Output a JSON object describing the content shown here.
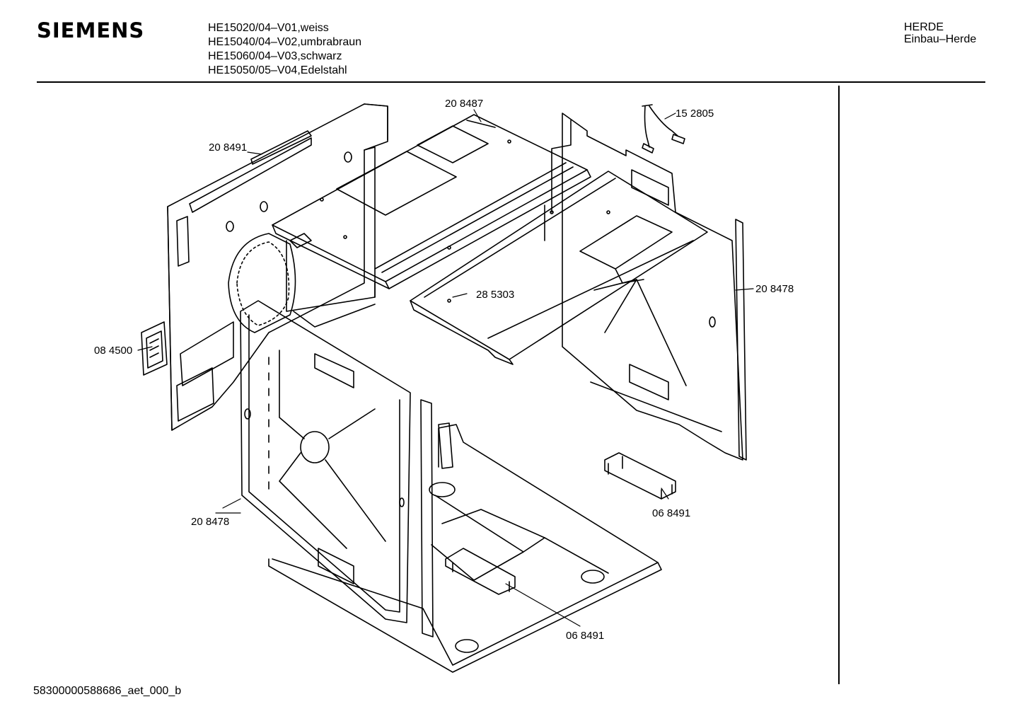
{
  "header": {
    "brand": "SIEMENS",
    "models": [
      "HE15020/04–V01,weiss",
      "HE15040/04–V02,umbrabraun",
      "HE15060/04–V03,schwarz",
      "HE15050/05–V04,Edelstahl"
    ],
    "category": "HERDE",
    "subcategory": "Einbau–Herde"
  },
  "parts": {
    "top_panel": "20 8487",
    "left_panel": "20 8491",
    "cable": "15 2805",
    "rack_right": "20 8478",
    "shelf": "28 5303",
    "module": "08 4500",
    "rack_front": "20 8478",
    "bracket_right": "06 8491",
    "bracket_bottom": "06 8491"
  },
  "footer": {
    "drawing_id": "58300000588686_aet_000_b"
  }
}
